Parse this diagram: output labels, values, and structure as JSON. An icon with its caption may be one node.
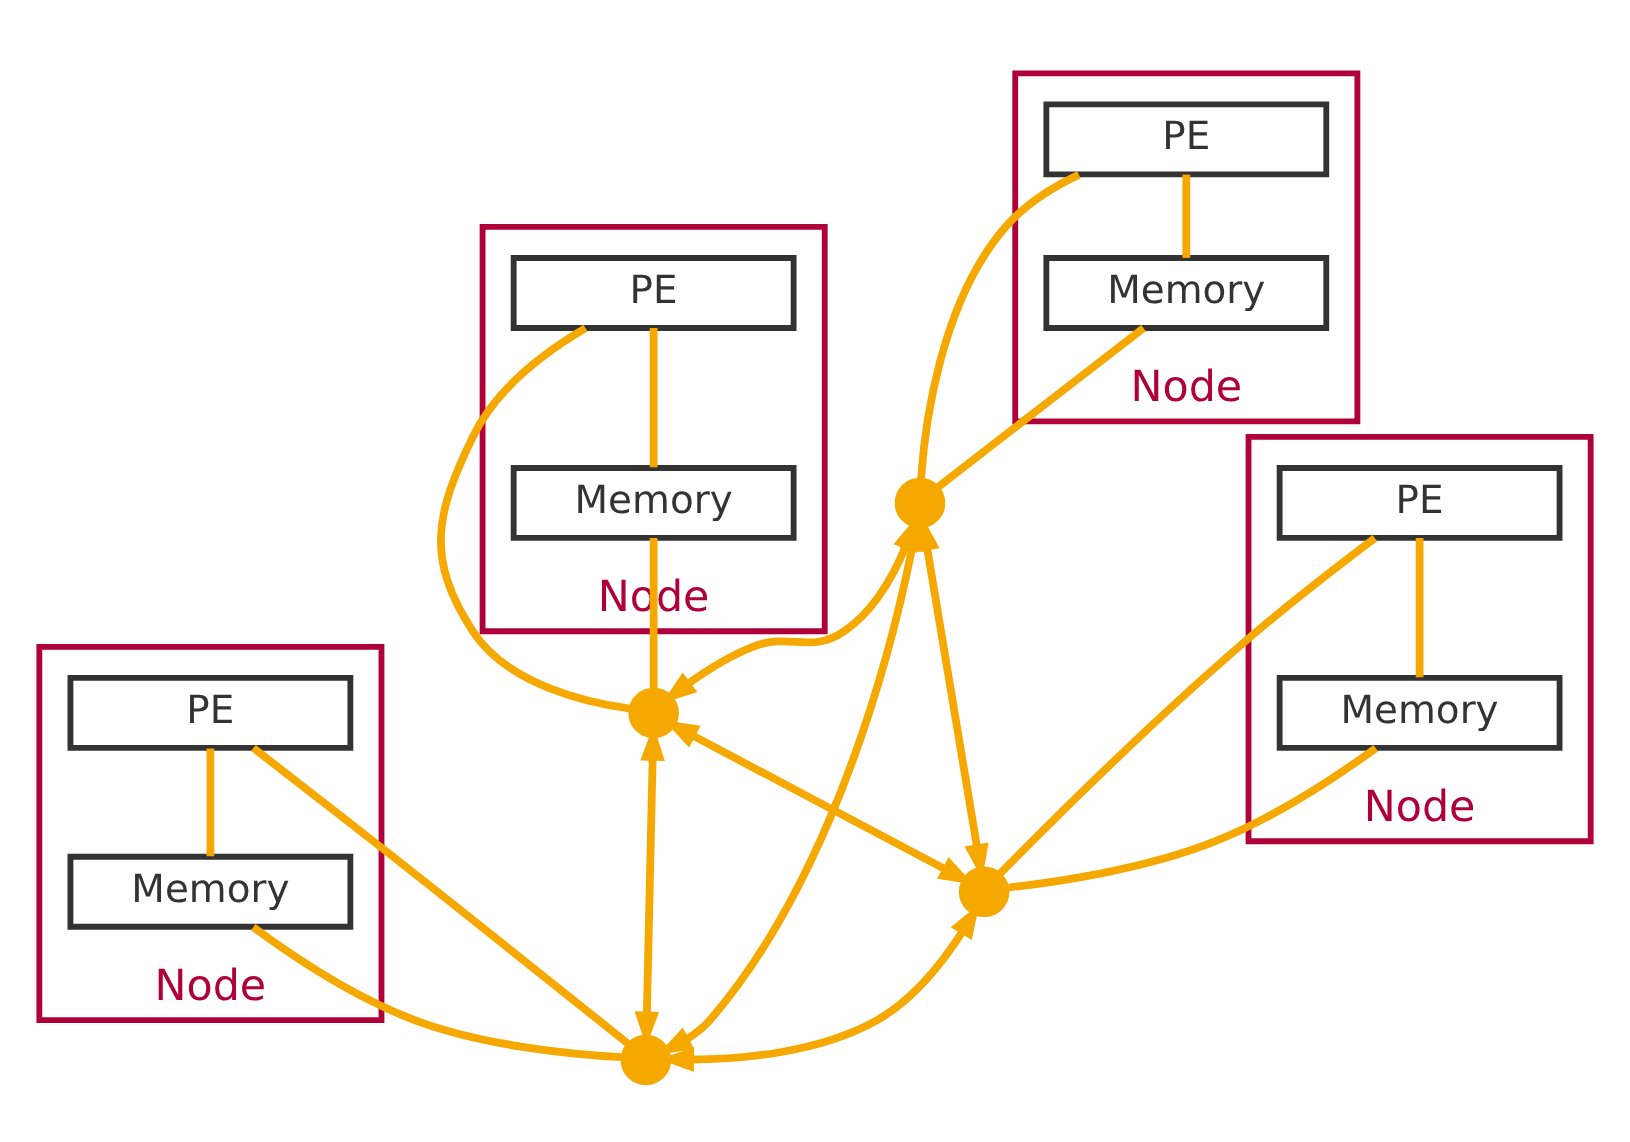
{
  "diagram": {
    "nodes": [
      {
        "text": [
          "Node"
        ]
      },
      {
        "text": [
          "PE"
        ],
        "in": 0
      },
      {
        "text": [
          "Memory"
        ],
        "in": 0
      },
      {
        "text": [
          "Node"
        ]
      },
      {
        "text": [
          "PE"
        ],
        "in": 3
      },
      {
        "text": [
          "Memory"
        ],
        "in": 3
      },
      {
        "text": [
          "Node"
        ]
      },
      {
        "text": [
          "PE"
        ],
        "in": 6
      },
      {
        "text": [
          "Memory"
        ],
        "in": 6
      },
      {
        "text": [
          "Node"
        ]
      },
      {
        "text": [
          "PE"
        ],
        "in": 9
      },
      {
        "text": [
          "Memory"
        ],
        "in": 9
      },
      {
        "text": [],
        "shape": "circle"
      },
      {
        "text": [],
        "shape": "circle"
      },
      {
        "text": [],
        "shape": "circle"
      },
      {
        "text": [],
        "shape": "circle"
      }
    ],
    "edges": [
      {
        "from": 1,
        "to": 2,
        "arrow": "none"
      },
      {
        "from": 1,
        "to": 12,
        "arrow": "none"
      },
      {
        "from": 2,
        "to": 12,
        "arrow": "none"
      },
      {
        "from": 4,
        "to": 5,
        "arrow": "none"
      },
      {
        "from": 4,
        "to": 13,
        "arrow": "none"
      },
      {
        "from": 5,
        "to": 13,
        "arrow": "none"
      },
      {
        "from": 7,
        "to": 8,
        "arrow": "none"
      },
      {
        "from": 7,
        "to": 14,
        "arrow": "none"
      },
      {
        "from": 8,
        "to": 14,
        "arrow": "none"
      },
      {
        "from": 10,
        "to": 11,
        "arrow": "none"
      },
      {
        "from": 10,
        "to": 15,
        "arrow": "none"
      },
      {
        "from": 11,
        "to": 15,
        "arrow": "none"
      },
      {
        "from": 12,
        "to": 13,
        "arrow": "both"
      },
      {
        "from": 12,
        "to": 14,
        "arrow": "both"
      },
      {
        "from": 12,
        "to": 15,
        "arrow": "both"
      },
      {
        "from": 13,
        "to": 14,
        "arrow": "both"
      },
      {
        "from": 13,
        "to": 15,
        "arrow": "both"
      },
      {
        "from": 14,
        "to": 15,
        "arrow": "both"
      }
    ]
  }
}
